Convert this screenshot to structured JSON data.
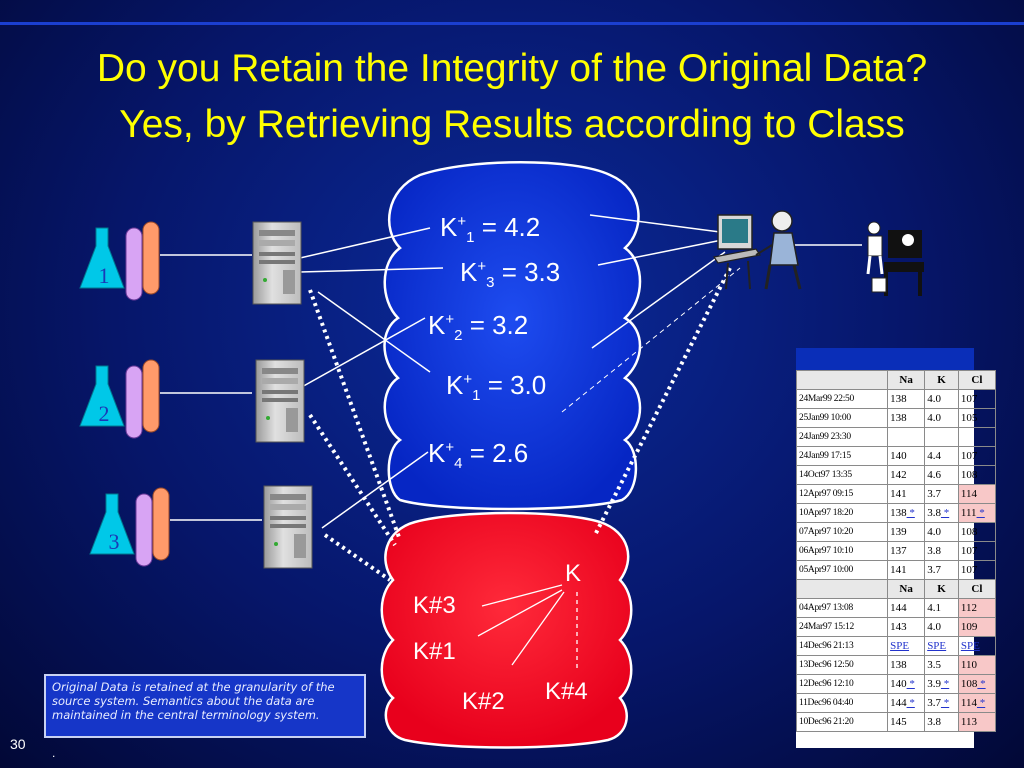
{
  "slide": {
    "title_line1": "Do you Retain the Integrity of the Original Data?",
    "title_line2": "Yes, by Retrieving Results according to Class",
    "slide_number": "30",
    "footer_dot": ".",
    "note_text": "Original Data is retained at the granularity of the source system. Semantics about the data are maintained in the central terminology system."
  },
  "colors": {
    "title": "#ffff00",
    "background": "#06166a",
    "blue_cloud": "#0a2ed8",
    "red_cloud": "#ff0a2a",
    "flask": "#00c8e8"
  },
  "sources": [
    {
      "label": "1"
    },
    {
      "label": "2"
    },
    {
      "label": "3"
    }
  ],
  "blue_cloud_results": [
    {
      "base": "K",
      "sup": "+",
      "sub": "1",
      "value": "= 4.2"
    },
    {
      "base": "K",
      "sup": "+",
      "sub": "3",
      "value": "= 3.3"
    },
    {
      "base": "K",
      "sup": "+",
      "sub": "2",
      "value": "= 3.2"
    },
    {
      "base": "K",
      "sup": "+",
      "sub": "1",
      "value": "= 3.0"
    },
    {
      "base": "K",
      "sup": "+",
      "sub": "4",
      "value": "= 2.6"
    }
  ],
  "red_cloud": {
    "root": "K",
    "children": [
      "K#3",
      "K#1",
      "K#2",
      "K#4"
    ]
  },
  "lab_table": {
    "header": [
      "Na",
      "K",
      "Cl"
    ],
    "section1": [
      [
        "24Mar99 22:50",
        "138",
        "4.0",
        "107"
      ],
      [
        "25Jan99 10:00",
        "138",
        "4.0",
        "105"
      ],
      [
        "24Jan99 23:30",
        "",
        "",
        ""
      ],
      [
        "24Jan99 17:15",
        "140",
        "4.4",
        "107"
      ],
      [
        "14Oct97 13:35",
        "142",
        "4.6",
        "108"
      ],
      [
        "12Apr97 09:15",
        "141",
        "3.7",
        "114"
      ],
      [
        "10Apr97 18:20",
        "138",
        "3.8",
        "111"
      ],
      [
        "07Apr97 10:20",
        "139",
        "4.0",
        "108"
      ],
      [
        "06Apr97 10:10",
        "137",
        "3.8",
        "107"
      ],
      [
        "05Apr97 10:00",
        "141",
        "3.7",
        "107"
      ]
    ],
    "section2": [
      [
        "04Apr97 13:08",
        "144",
        "4.1",
        "112"
      ],
      [
        "24Mar97 15:12",
        "143",
        "4.0",
        "109"
      ],
      [
        "14Dec96 21:13",
        "SPE",
        "SPE",
        "SPE"
      ],
      [
        "13Dec96 12:50",
        "138",
        "3.5",
        "110"
      ],
      [
        "12Dec96 12:10",
        "140",
        "3.9",
        "108"
      ],
      [
        "11Dec96 04:40",
        "144",
        "3.7",
        "114"
      ],
      [
        "10Dec96 21:20",
        "145",
        "3.8",
        "113"
      ]
    ],
    "asterisk": "*"
  }
}
